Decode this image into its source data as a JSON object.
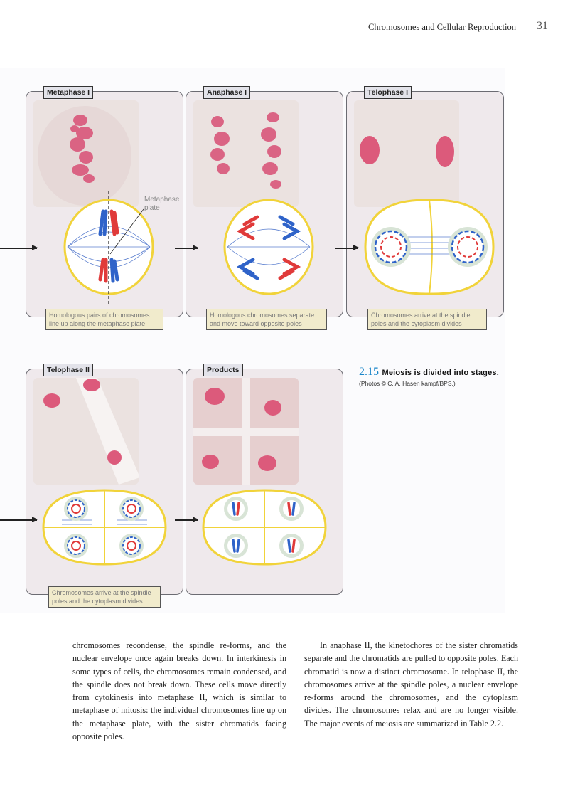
{
  "running_head": {
    "title": "Chromosomes and Cellular Reproduction",
    "page_number": "31"
  },
  "figure": {
    "number": "2.15",
    "title": "Meiosis is divided into stages.",
    "credit": "(Photos © C. A. Hasen kampf/BPS.)",
    "panels": [
      {
        "label": "Metaphase I",
        "caption_line1": "Homologous pairs of chromosomes",
        "caption_line2": "line up along the metaphase plate"
      },
      {
        "label": "Anaphase I",
        "caption_line1": "Homologous chromosomes separate",
        "caption_line2": "and move toward opposite poles"
      },
      {
        "label": "Telophase I",
        "caption_line1": "Chromosomes arrive at the spindle",
        "caption_line2": "poles and the cytoplasm divides"
      },
      {
        "label": "Telophase II",
        "caption_line1": "Chromosomes arrive at the spindle",
        "caption_line2": "poles and the cytoplasm divides"
      },
      {
        "label": "Products",
        "caption_line1": "",
        "caption_line2": ""
      }
    ],
    "metaphase_plate_label_line1": "Metaphase",
    "metaphase_plate_label_line2": "plate"
  },
  "colors": {
    "chromosome_red": "#e03a3a",
    "chromosome_blue": "#2f63c9",
    "cell_membrane": "#f1d33a",
    "caption_fill": "#f1ebcc",
    "figure_number": "#1a86c9"
  },
  "body_text": {
    "left_column": "chromosomes recondense, the spindle re-forms, and the nuclear envelope once again breaks down. In interkinesis in some types of cells, the chromosomes remain condensed, and the spindle does not break down. These cells move directly from cytokinesis into metaphase II, which is similar to metaphase of mitosis: the individual chromosomes line up on the metaphase plate, with the sister chromatids facing opposite poles.",
    "right_column": "In anaphase II, the kinetochores of the sister chromatids separate and the chromatids are pulled to opposite poles. Each chromatid is now a distinct chromosome. In telophase II, the chromosomes arrive at the spindle poles, a nuclear envelope re-forms around the chromosomes, and the cytoplasm divides. The chromosomes relax and are no longer visible. The major events of meiosis are summarized in Table 2.2."
  }
}
